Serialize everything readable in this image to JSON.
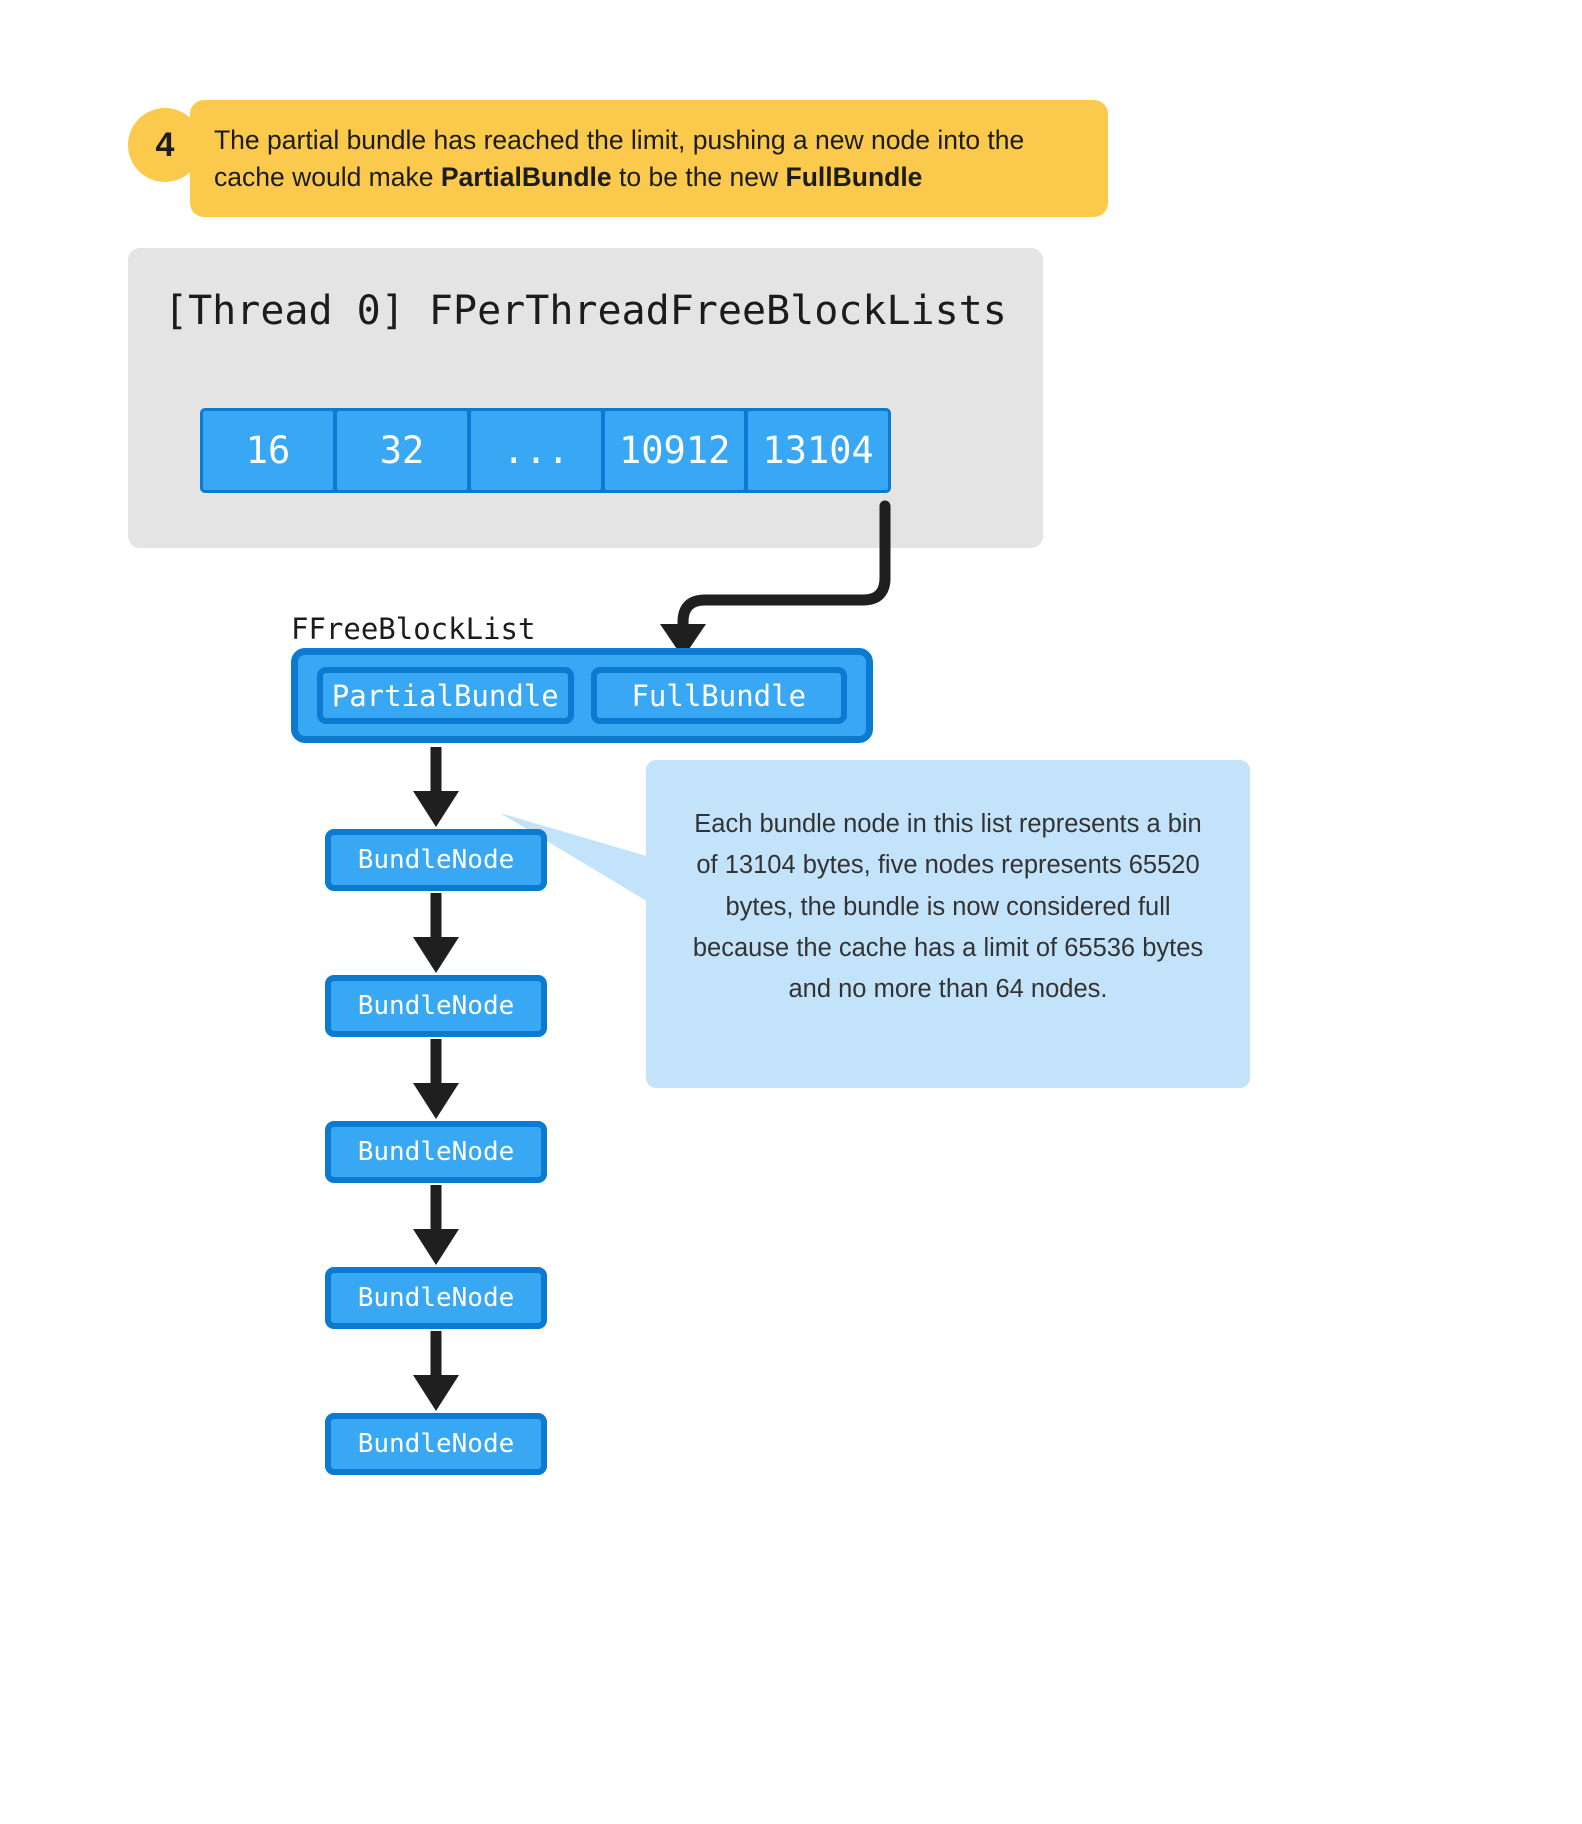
{
  "step": {
    "number": "4",
    "text_part1": "The partial bundle has reached the limit, pushing a new node into the cache would make ",
    "bold1": "PartialBundle",
    "text_part2": " to be the new ",
    "bold2": "FullBundle",
    "bg_color": "#FBC94B"
  },
  "thread_panel": {
    "title": "[Thread 0] FPerThreadFreeBlockLists",
    "bg_color": "#E4E4E4",
    "bins": [
      "16",
      "32",
      "...",
      "10912",
      "13104"
    ],
    "bin_fill": "#38A8F5",
    "bin_border": "#0A7BD0"
  },
  "free_block_list": {
    "label": "FFreeBlockList",
    "slots": [
      "PartialBundle",
      "FullBundle"
    ]
  },
  "info_callout": {
    "text": "Each bundle node in this list represents a bin of 13104 bytes, five nodes represents 65520 bytes, the bundle is now considered full because the cache has a limit of 65536 bytes and no more than 64 nodes.",
    "bg_color": "#C3E3FA"
  },
  "node_chain": {
    "nodes": [
      "BundleNode",
      "BundleNode",
      "BundleNode",
      "BundleNode",
      "BundleNode"
    ],
    "arrow_color": "#1f1f1f"
  }
}
